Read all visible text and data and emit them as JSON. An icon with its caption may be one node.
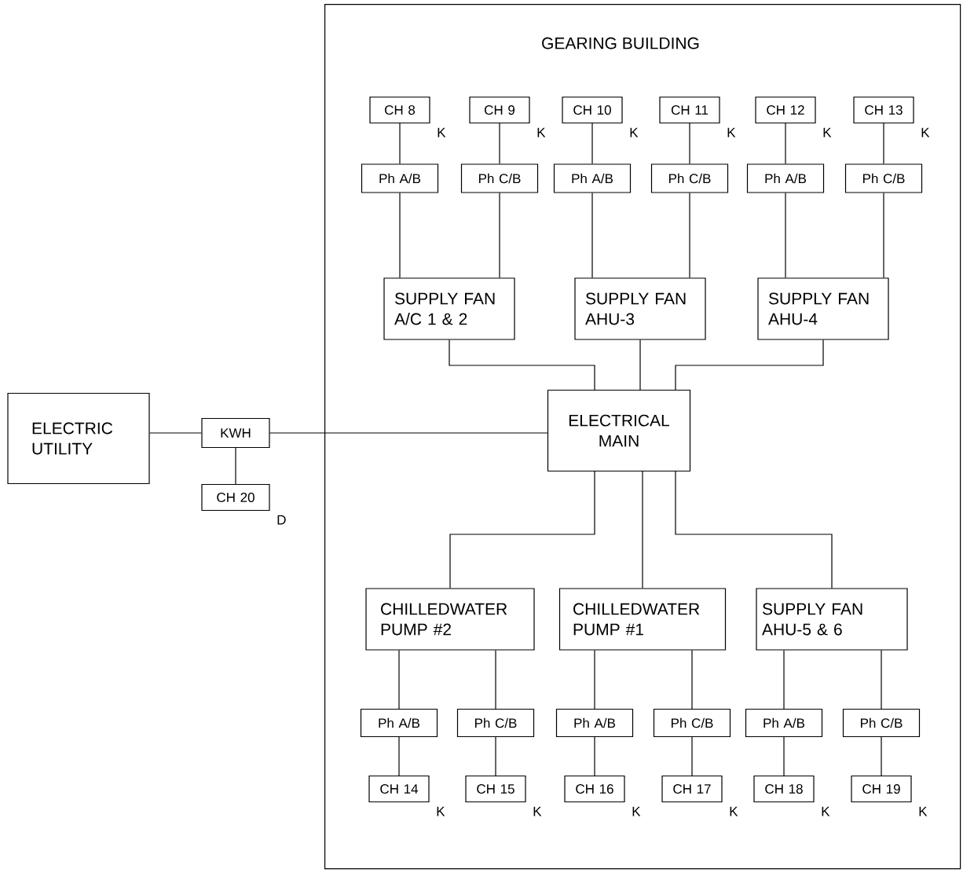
{
  "diagram": {
    "nodes": [
      {
        "text": [
          "GEARING BUILDING"
        ]
      },
      {
        "text": [
          "CH 8"
        ],
        "in": 0,
        "beside": [
          "K"
        ]
      },
      {
        "text": [
          "CH 9"
        ],
        "in": 0,
        "beside": [
          "K"
        ]
      },
      {
        "text": [
          "CH 10"
        ],
        "in": 0,
        "beside": [
          "K"
        ]
      },
      {
        "text": [
          "CH 11"
        ],
        "in": 0,
        "beside": [
          "K"
        ]
      },
      {
        "text": [
          "CH 12"
        ],
        "in": 0,
        "beside": [
          "K"
        ]
      },
      {
        "text": [
          "CH 13"
        ],
        "in": 0,
        "beside": [
          "K"
        ]
      },
      {
        "text": [
          "Ph A/B"
        ],
        "in": 0
      },
      {
        "text": [
          "Ph C/B"
        ],
        "in": 0
      },
      {
        "text": [
          "Ph A/B"
        ],
        "in": 0
      },
      {
        "text": [
          "Ph C/B"
        ],
        "in": 0
      },
      {
        "text": [
          "Ph A/B"
        ],
        "in": 0
      },
      {
        "text": [
          "Ph C/B"
        ],
        "in": 0
      },
      {
        "text": [
          "SUPPLY FAN A/C 1 & 2"
        ],
        "in": 0
      },
      {
        "text": [
          "SUPPLY FAN AHU-3"
        ],
        "in": 0
      },
      {
        "text": [
          "SUPPLY FAN AHU-4"
        ],
        "in": 0
      },
      {
        "text": [
          "ELECTRICAL MAIN"
        ],
        "in": 0
      },
      {
        "text": [
          "ELECTRIC UTILITY"
        ]
      },
      {
        "text": [
          "KWH"
        ]
      },
      {
        "text": [
          "CH 20"
        ],
        "beside": [
          "D"
        ]
      },
      {
        "text": [
          "CHILLEDWATER PUMP #2"
        ],
        "in": 0
      },
      {
        "text": [
          "CHILLEDWATER PUMP #1"
        ],
        "in": 0
      },
      {
        "text": [
          "SUPPLY FAN AHU-5 & 6"
        ],
        "in": 0
      },
      {
        "text": [
          "Ph A/B"
        ],
        "in": 0
      },
      {
        "text": [
          "Ph C/B"
        ],
        "in": 0
      },
      {
        "text": [
          "Ph A/B"
        ],
        "in": 0
      },
      {
        "text": [
          "Ph C/B"
        ],
        "in": 0
      },
      {
        "text": [
          "Ph A/B"
        ],
        "in": 0
      },
      {
        "text": [
          "Ph C/B"
        ],
        "in": 0
      },
      {
        "text": [
          "CH 14"
        ],
        "in": 0,
        "beside": [
          "K"
        ]
      },
      {
        "text": [
          "CH 15"
        ],
        "in": 0,
        "beside": [
          "K"
        ]
      },
      {
        "text": [
          "CH 16"
        ],
        "in": 0,
        "beside": [
          "K"
        ]
      },
      {
        "text": [
          "CH 17"
        ],
        "in": 0,
        "beside": [
          "K"
        ]
      },
      {
        "text": [
          "CH 18"
        ],
        "in": 0,
        "beside": [
          "K"
        ]
      },
      {
        "text": [
          "CH 19"
        ],
        "in": 0,
        "beside": [
          "K"
        ]
      }
    ],
    "edges": [
      {
        "from": 1,
        "to": 7,
        "arrow": "none"
      },
      {
        "from": 2,
        "to": 8,
        "arrow": "none"
      },
      {
        "from": 3,
        "to": 9,
        "arrow": "none"
      },
      {
        "from": 4,
        "to": 10,
        "arrow": "none"
      },
      {
        "from": 5,
        "to": 11,
        "arrow": "none"
      },
      {
        "from": 6,
        "to": 12,
        "arrow": "none"
      },
      {
        "from": 7,
        "to": 13,
        "arrow": "none"
      },
      {
        "from": 8,
        "to": 13,
        "arrow": "none"
      },
      {
        "from": 9,
        "to": 14,
        "arrow": "none"
      },
      {
        "from": 10,
        "to": 14,
        "arrow": "none"
      },
      {
        "from": 11,
        "to": 15,
        "arrow": "none"
      },
      {
        "from": 12,
        "to": 15,
        "arrow": "none"
      },
      {
        "from": 13,
        "to": 16,
        "arrow": "none"
      },
      {
        "from": 14,
        "to": 16,
        "arrow": "none"
      },
      {
        "from": 15,
        "to": 16,
        "arrow": "none"
      },
      {
        "from": 17,
        "to": 18,
        "arrow": "none"
      },
      {
        "from": 18,
        "to": 16,
        "arrow": "none"
      },
      {
        "from": 18,
        "to": 19,
        "arrow": "none"
      },
      {
        "from": 16,
        "to": 20,
        "arrow": "none"
      },
      {
        "from": 16,
        "to": 21,
        "arrow": "none"
      },
      {
        "from": 16,
        "to": 22,
        "arrow": "none"
      },
      {
        "from": 20,
        "to": 23,
        "arrow": "none"
      },
      {
        "from": 20,
        "to": 24,
        "arrow": "none"
      },
      {
        "from": 21,
        "to": 25,
        "arrow": "none"
      },
      {
        "from": 21,
        "to": 26,
        "arrow": "none"
      },
      {
        "from": 22,
        "to": 27,
        "arrow": "none"
      },
      {
        "from": 22,
        "to": 28,
        "arrow": "none"
      },
      {
        "from": 23,
        "to": 29,
        "arrow": "none"
      },
      {
        "from": 24,
        "to": 30,
        "arrow": "none"
      },
      {
        "from": 25,
        "to": 31,
        "arrow": "none"
      },
      {
        "from": 26,
        "to": 32,
        "arrow": "none"
      },
      {
        "from": 27,
        "to": 33,
        "arrow": "none"
      },
      {
        "from": 28,
        "to": 34,
        "arrow": "none"
      }
    ]
  }
}
